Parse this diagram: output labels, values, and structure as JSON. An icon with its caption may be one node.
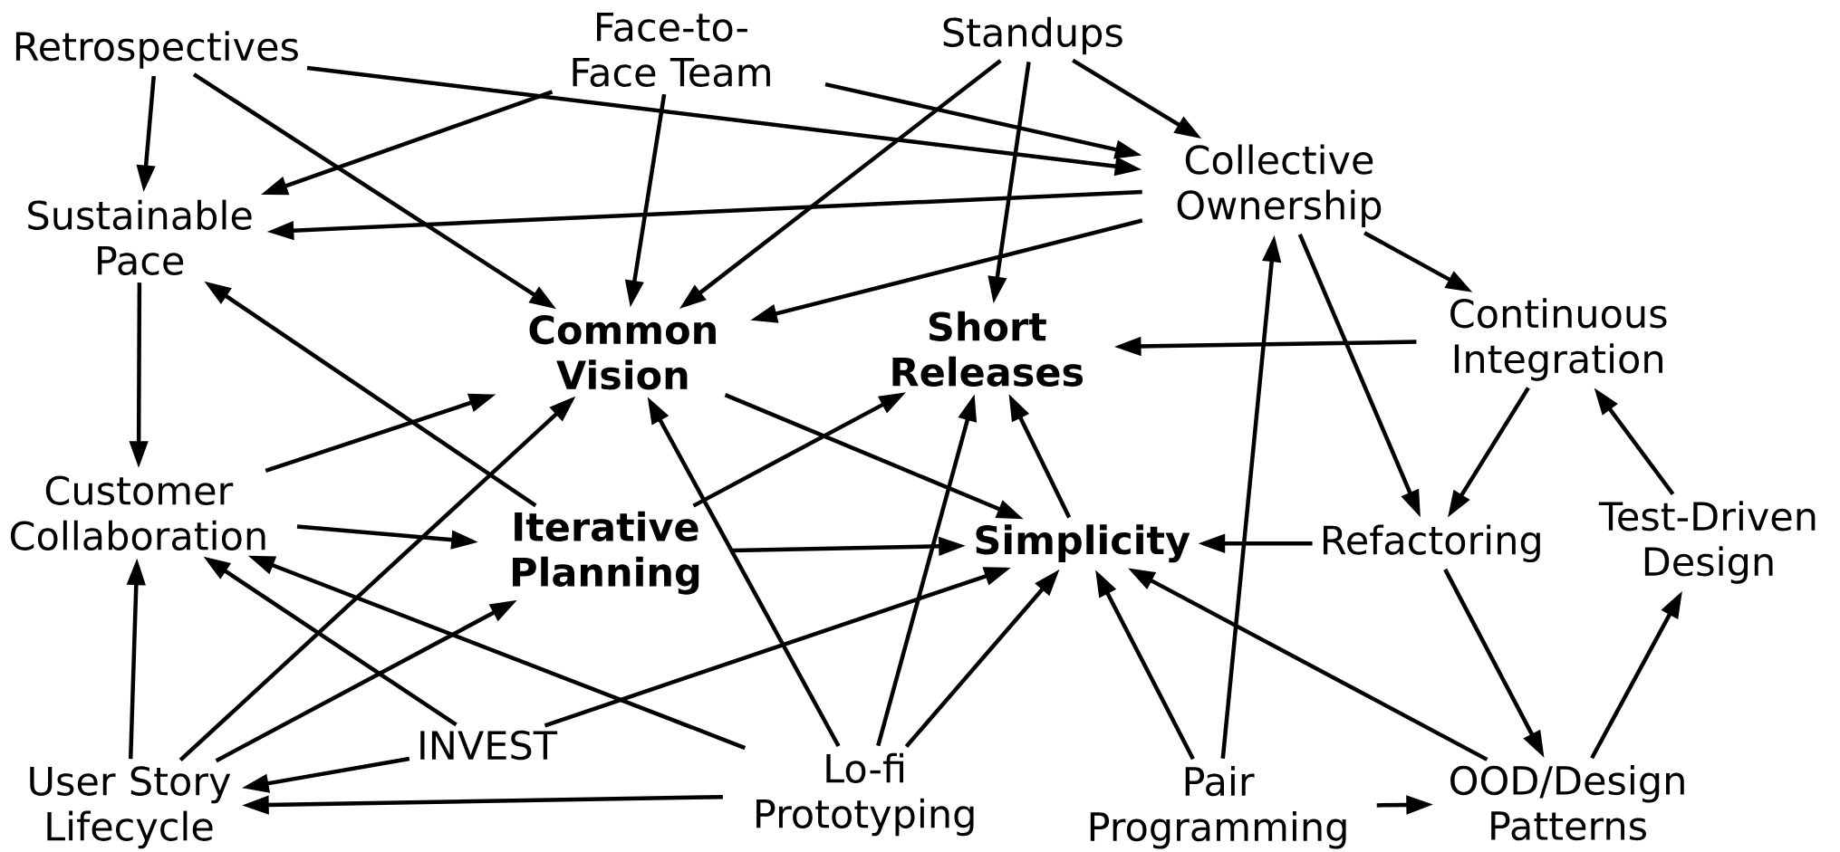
{
  "diagram": {
    "nodes": [
      {
        "text": [
          "Retrospectives"
        ]
      },
      {
        "text": [
          "Face-to-Face Team"
        ]
      },
      {
        "text": [
          "Standups"
        ]
      },
      {
        "text": [
          "Sustainable Pace"
        ]
      },
      {
        "text": [
          "Collective Ownership"
        ]
      },
      {
        "text": [
          "Common Vision"
        ]
      },
      {
        "text": [
          "Short Releases"
        ]
      },
      {
        "text": [
          "Continuous Integration"
        ]
      },
      {
        "text": [
          "Customer Collaboration"
        ]
      },
      {
        "text": [
          "Iterative Planning"
        ]
      },
      {
        "text": [
          "Simplicity"
        ]
      },
      {
        "text": [
          "Refactoring"
        ]
      },
      {
        "text": [
          "Test-Driven Design"
        ]
      },
      {
        "text": [
          "INVEST"
        ]
      },
      {
        "text": [
          "User Story Lifecycle"
        ]
      },
      {
        "text": [
          "Lo-fi Prototyping"
        ]
      },
      {
        "text": [
          "Pair Programming"
        ]
      },
      {
        "text": [
          "OOD/Design Patterns"
        ]
      }
    ],
    "edges": [
      {
        "from": 0,
        "to": 3,
        "arrow": "to"
      },
      {
        "from": 0,
        "to": 5,
        "arrow": "to"
      },
      {
        "from": 0,
        "to": 4,
        "arrow": "to"
      },
      {
        "from": 1,
        "to": 3,
        "arrow": "to"
      },
      {
        "from": 1,
        "to": 5,
        "arrow": "to"
      },
      {
        "from": 1,
        "to": 4,
        "arrow": "to"
      },
      {
        "from": 2,
        "to": 5,
        "arrow": "to"
      },
      {
        "from": 2,
        "to": 6,
        "arrow": "to"
      },
      {
        "from": 2,
        "to": 4,
        "arrow": "to"
      },
      {
        "from": 4,
        "to": 3,
        "arrow": "to"
      },
      {
        "from": 4,
        "to": 5,
        "arrow": "to"
      },
      {
        "from": 4,
        "to": 7,
        "arrow": "to"
      },
      {
        "from": 4,
        "to": 11,
        "arrow": "to"
      },
      {
        "from": 16,
        "to": 4,
        "arrow": "to"
      },
      {
        "from": 7,
        "to": 6,
        "arrow": "to"
      },
      {
        "from": 7,
        "to": 11,
        "arrow": "to"
      },
      {
        "from": 12,
        "to": 7,
        "arrow": "to"
      },
      {
        "from": 3,
        "to": 8,
        "arrow": "to"
      },
      {
        "from": 9,
        "to": 3,
        "arrow": "to"
      },
      {
        "from": 8,
        "to": 5,
        "arrow": "to"
      },
      {
        "from": 8,
        "to": 9,
        "arrow": "to"
      },
      {
        "from": 5,
        "to": 10,
        "arrow": "to"
      },
      {
        "from": 9,
        "to": 6,
        "arrow": "to"
      },
      {
        "from": 9,
        "to": 10,
        "arrow": "to"
      },
      {
        "from": 10,
        "to": 6,
        "arrow": "to"
      },
      {
        "from": 11,
        "to": 10,
        "arrow": "to"
      },
      {
        "from": 11,
        "to": 17,
        "arrow": "to"
      },
      {
        "from": 17,
        "to": 12,
        "arrow": "to"
      },
      {
        "from": 17,
        "to": 10,
        "arrow": "to"
      },
      {
        "from": 16,
        "to": 10,
        "arrow": "to"
      },
      {
        "from": 16,
        "to": 17,
        "arrow": "to"
      },
      {
        "from": 14,
        "to": 8,
        "arrow": "to"
      },
      {
        "from": 14,
        "to": 5,
        "arrow": "to"
      },
      {
        "from": 14,
        "to": 9,
        "arrow": "to"
      },
      {
        "from": 13,
        "to": 8,
        "arrow": "to"
      },
      {
        "from": 13,
        "to": 14,
        "arrow": "to"
      },
      {
        "from": 13,
        "to": 10,
        "arrow": "to"
      },
      {
        "from": 15,
        "to": 8,
        "arrow": "to"
      },
      {
        "from": 15,
        "to": 14,
        "arrow": "to"
      },
      {
        "from": 15,
        "to": 5,
        "arrow": "to"
      },
      {
        "from": 15,
        "to": 6,
        "arrow": "to"
      },
      {
        "from": 15,
        "to": 10,
        "arrow": "to"
      }
    ]
  }
}
